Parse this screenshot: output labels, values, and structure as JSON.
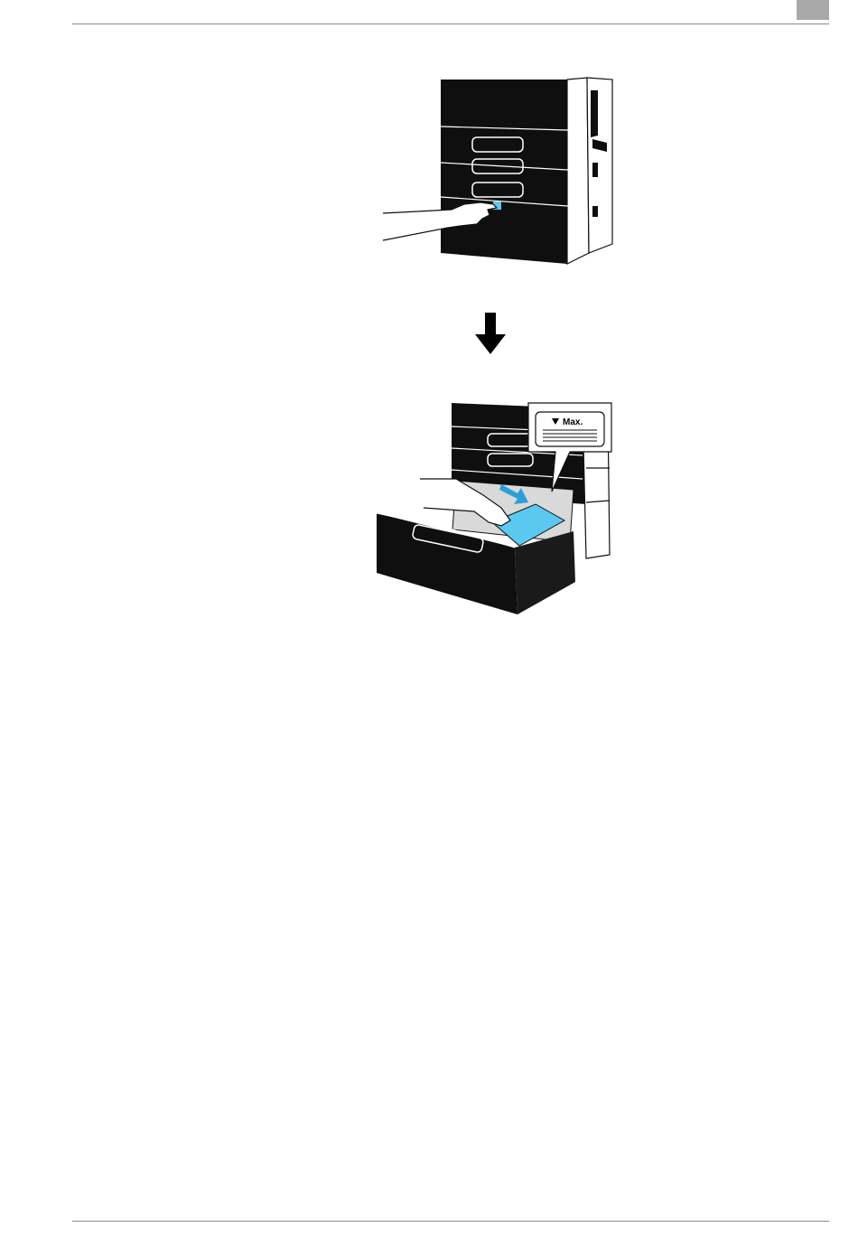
{
  "colors": {
    "machine": "#0f0f0f",
    "paper_highlight": "#5bc8f0",
    "arrow": "#2a9fd8",
    "rule": "#8a8a8a",
    "tab": "#a9a9a9"
  },
  "figures": {
    "top": {
      "icon": "tray-release-button-press-illustration"
    },
    "step_arrow": {
      "icon": "arrow-down-icon"
    },
    "bottom": {
      "icon": "paper-loading-tray-illustration",
      "callout_label": "Max.",
      "callout_icon": "triangle-down-icon"
    }
  }
}
